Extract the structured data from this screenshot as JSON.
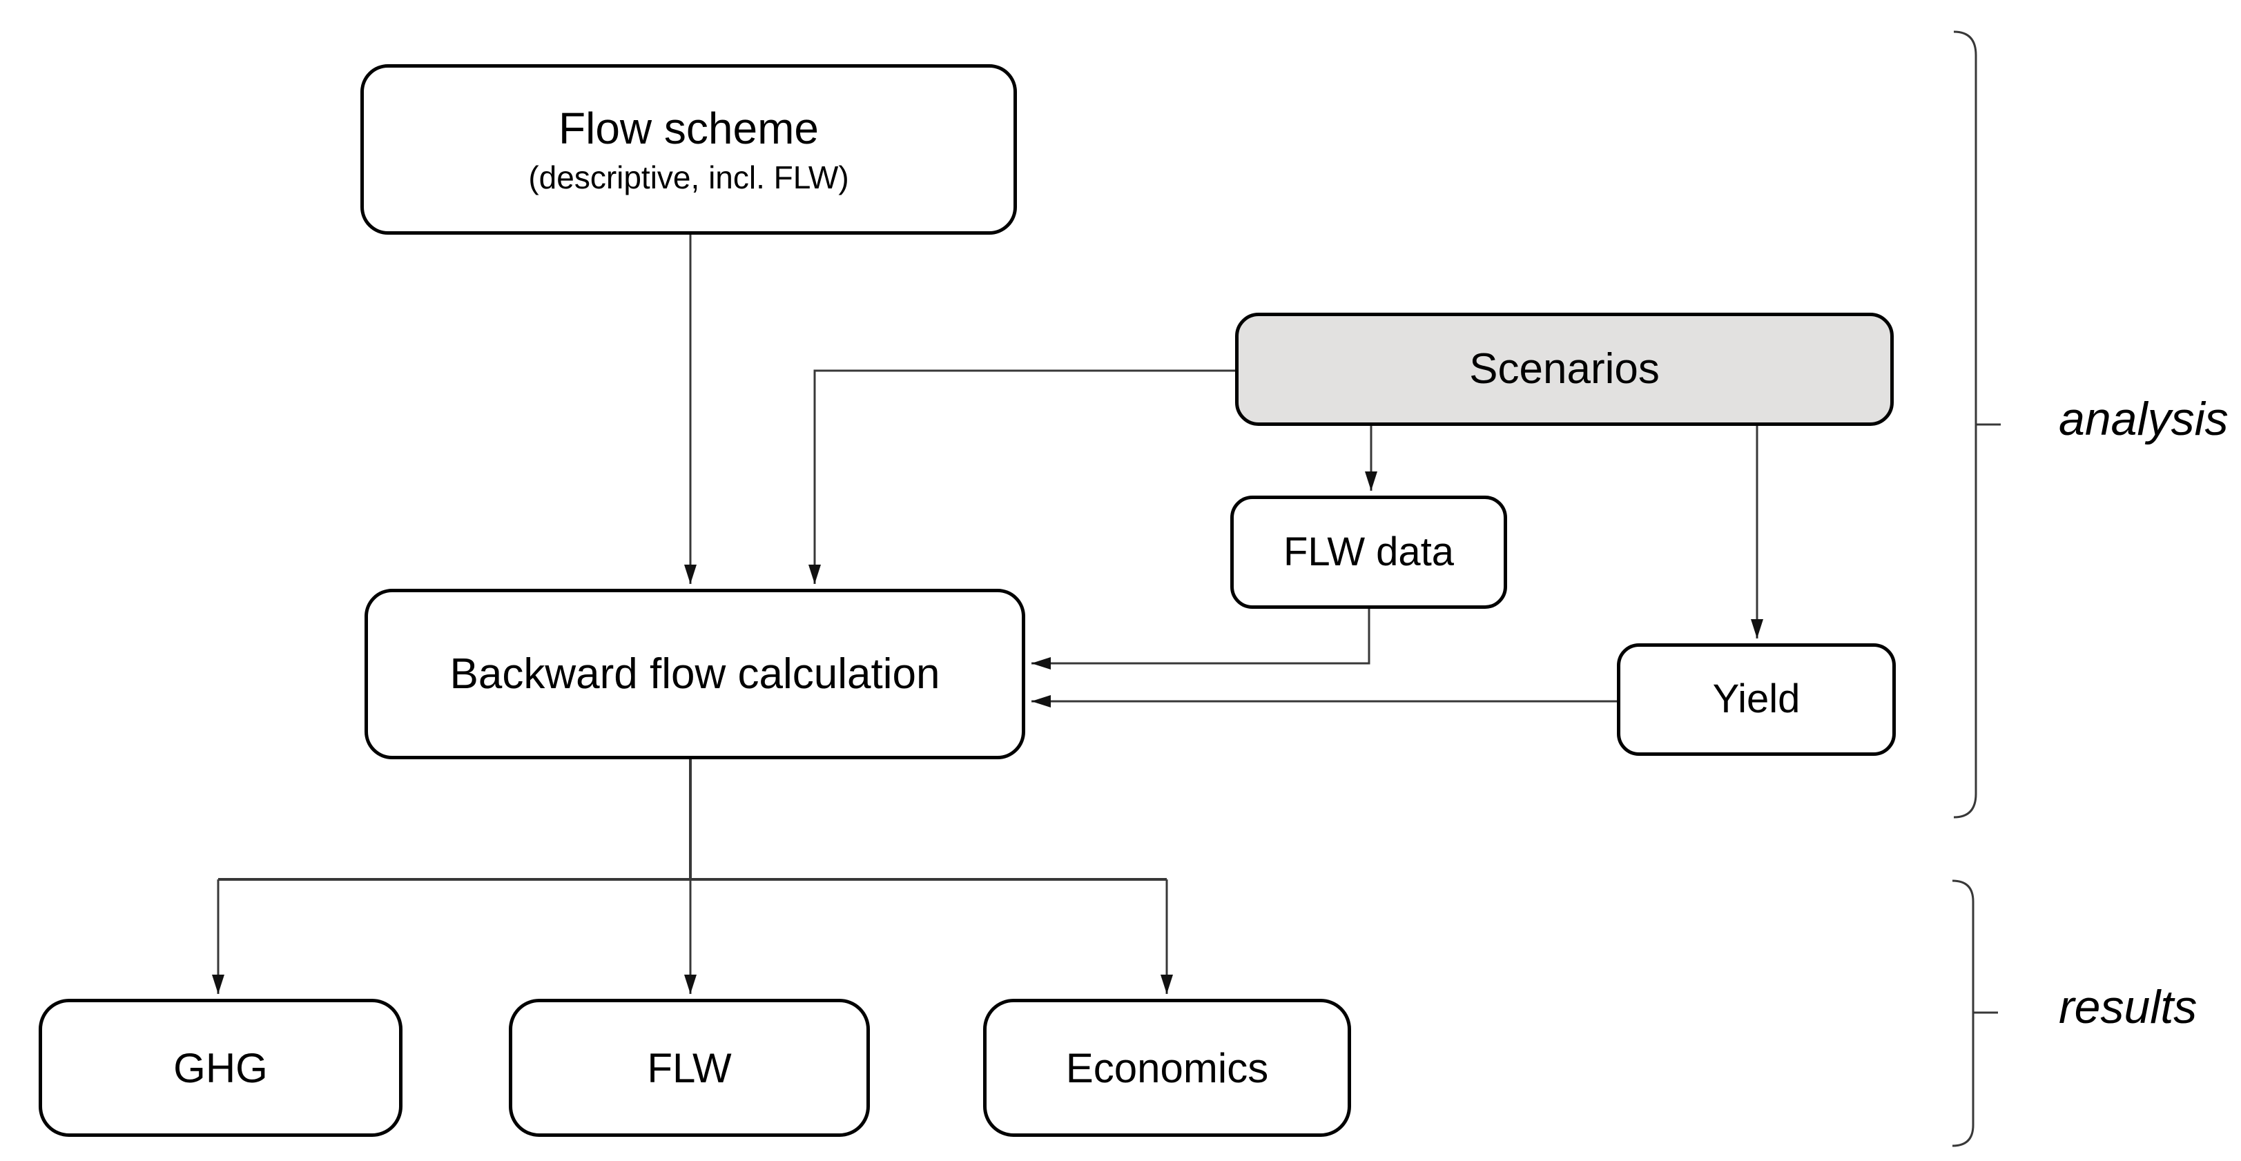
{
  "diagram": {
    "nodes": {
      "flow_scheme": {
        "label": "Flow scheme",
        "sublabel": "(descriptive, incl. FLW)"
      },
      "scenarios": {
        "label": "Scenarios"
      },
      "flw_data": {
        "label": "FLW data"
      },
      "yield_box": {
        "label": "Yield"
      },
      "backward_flow_calculation": {
        "label": "Backward flow calculation"
      },
      "ghg": {
        "label": "GHG"
      },
      "flw": {
        "label": "FLW"
      },
      "economics": {
        "label": "Economics"
      }
    },
    "group_labels": {
      "analysis": "analysis",
      "results": "results"
    },
    "edges": [
      {
        "from": "flow_scheme",
        "to": "backward_flow_calculation"
      },
      {
        "from": "scenarios",
        "to": "backward_flow_calculation"
      },
      {
        "from": "scenarios",
        "to": "flw_data"
      },
      {
        "from": "scenarios",
        "to": "yield_box"
      },
      {
        "from": "flw_data",
        "to": "backward_flow_calculation"
      },
      {
        "from": "yield_box",
        "to": "backward_flow_calculation"
      },
      {
        "from": "backward_flow_calculation",
        "to": "ghg"
      },
      {
        "from": "backward_flow_calculation",
        "to": "flw"
      },
      {
        "from": "backward_flow_calculation",
        "to": "economics"
      }
    ],
    "colors": {
      "background": "#ffffff",
      "node_fill": "#ffffff",
      "scenarios_fill": "#e2e1e0",
      "border": "#000000",
      "connector": "#383838"
    }
  }
}
